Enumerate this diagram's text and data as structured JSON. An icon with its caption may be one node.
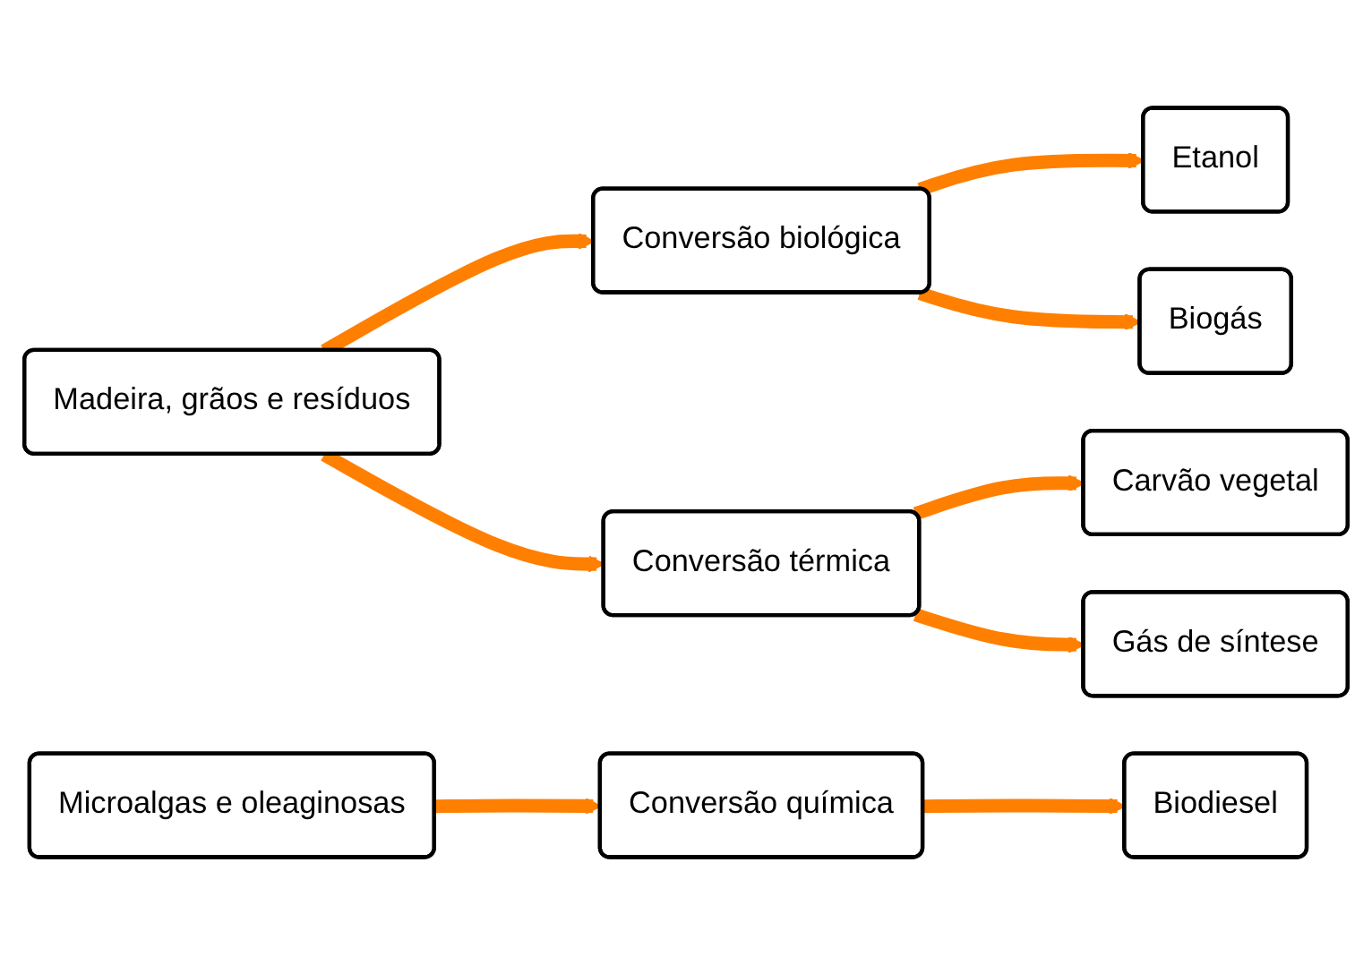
{
  "diagram": {
    "nodes": [
      {
        "text": [
          "Madeira, grãos e resíduos"
        ]
      },
      {
        "text": [
          "Conversão biológica"
        ]
      },
      {
        "text": [
          "Etanol"
        ]
      },
      {
        "text": [
          "Biogás"
        ]
      },
      {
        "text": [
          "Conversão térmica"
        ]
      },
      {
        "text": [
          "Carvão vegetal"
        ]
      },
      {
        "text": [
          "Gás de síntese"
        ]
      },
      {
        "text": [
          "Microalgas e oleaginosas"
        ]
      },
      {
        "text": [
          "Conversão química"
        ]
      },
      {
        "text": [
          "Biodiesel"
        ]
      }
    ],
    "edges": [
      {
        "from": 0,
        "to": 1,
        "arrow": "to"
      },
      {
        "from": 0,
        "to": 4,
        "arrow": "to"
      },
      {
        "from": 1,
        "to": 2,
        "arrow": "to"
      },
      {
        "from": 1,
        "to": 3,
        "arrow": "to"
      },
      {
        "from": 4,
        "to": 5,
        "arrow": "to"
      },
      {
        "from": 4,
        "to": 6,
        "arrow": "to"
      },
      {
        "from": 7,
        "to": 8,
        "arrow": "to"
      },
      {
        "from": 8,
        "to": 9,
        "arrow": "to"
      }
    ]
  }
}
